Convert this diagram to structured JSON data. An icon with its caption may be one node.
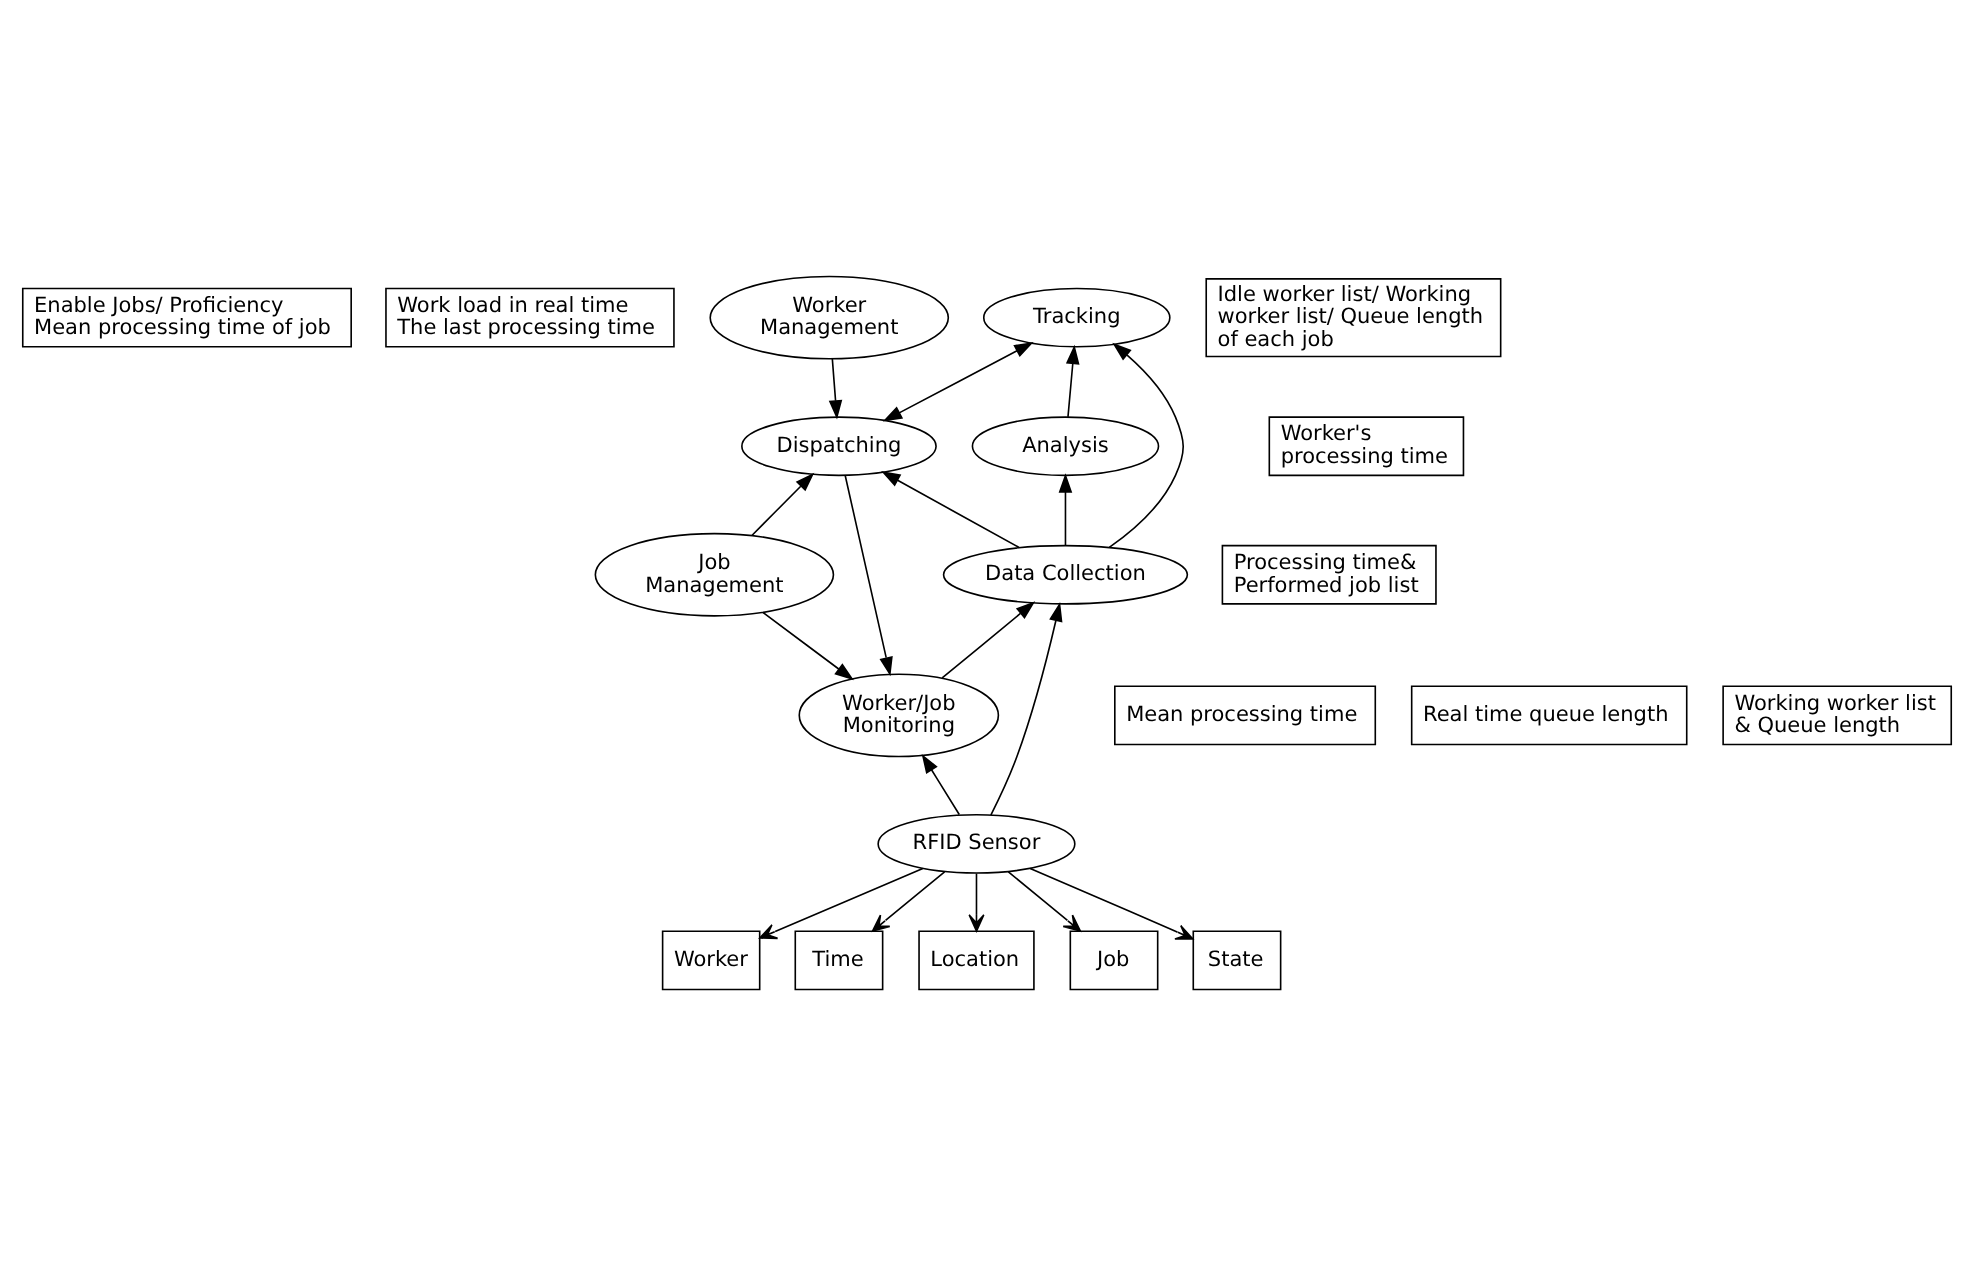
{
  "diagram": {
    "nodes": [
      {
        "text": [
          "Enable Jobs/ Proficiency",
          "Mean processing time of job"
        ]
      },
      {
        "text": [
          "Work load in real time",
          "The last processing time"
        ]
      },
      {
        "text": [
          "Worker Management"
        ]
      },
      {
        "text": [
          "Idle worker list/ Working worker list/ Queue length of each job"
        ]
      },
      {
        "text": [
          "Tracking"
        ]
      },
      {
        "text": [
          "Dispatching"
        ]
      },
      {
        "text": [
          "Analysis"
        ]
      },
      {
        "text": [
          "Worker's processing time"
        ]
      },
      {
        "text": [
          "Job Management"
        ]
      },
      {
        "text": [
          "Mean processing time"
        ]
      },
      {
        "text": [
          "Real time queue length"
        ]
      },
      {
        "text": [
          "Data Collection"
        ]
      },
      {
        "text": [
          "Processing time& Performed job list"
        ]
      },
      {
        "text": [
          "Worker/Job Monitoring"
        ]
      },
      {
        "text": [
          "Working worker list & Queue length"
        ]
      },
      {
        "text": [
          "RFID Sensor"
        ]
      },
      {
        "text": [
          "Worker"
        ]
      },
      {
        "text": [
          "Time"
        ]
      },
      {
        "text": [
          "Location"
        ]
      },
      {
        "text": [
          "Job"
        ]
      },
      {
        "text": [
          "State"
        ]
      }
    ],
    "edges": [
      {
        "from": 2,
        "to": 5,
        "arrow": "to"
      },
      {
        "from": 8,
        "to": 5,
        "arrow": "to"
      },
      {
        "from": 5,
        "to": 4,
        "arrow": "both"
      },
      {
        "from": 11,
        "to": 5,
        "arrow": "to"
      },
      {
        "from": 11,
        "to": 4,
        "arrow": "to"
      },
      {
        "from": 6,
        "to": 4,
        "arrow": "to"
      },
      {
        "from": 11,
        "to": 6,
        "arrow": "to"
      },
      {
        "from": 5,
        "to": 13,
        "arrow": "to"
      },
      {
        "from": 8,
        "to": 13,
        "arrow": "to"
      },
      {
        "from": 13,
        "to": 11,
        "arrow": "to"
      },
      {
        "from": 15,
        "to": 11,
        "arrow": "to"
      },
      {
        "from": 15,
        "to": 13,
        "arrow": "to"
      },
      {
        "from": 15,
        "to": 16,
        "arrow": "to"
      },
      {
        "from": 15,
        "to": 17,
        "arrow": "to"
      },
      {
        "from": 15,
        "to": 18,
        "arrow": "to"
      },
      {
        "from": 15,
        "to": 19,
        "arrow": "to"
      },
      {
        "from": 15,
        "to": 20,
        "arrow": "to"
      }
    ]
  }
}
